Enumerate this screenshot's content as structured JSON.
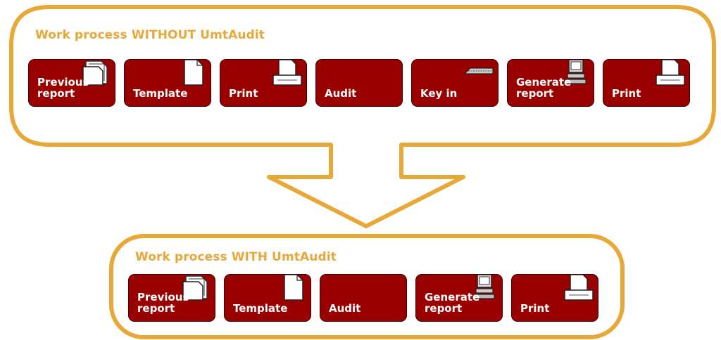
{
  "colors": {
    "outline": "#e8a838",
    "title": "#e8a838",
    "box": "#990000",
    "box_text": "#ffffff"
  },
  "top": {
    "title": "Work process WITHOUT UmtAudit",
    "steps": [
      {
        "label": "Previous\nreport",
        "icon": "folder-icon"
      },
      {
        "label": "Template",
        "icon": "document-icon"
      },
      {
        "label": "Print",
        "icon": "printer-icon"
      },
      {
        "label": "Audit",
        "icon": ""
      },
      {
        "label": "Key in",
        "icon": "keyboard-icon"
      },
      {
        "label": "Generate\nreport",
        "icon": "computer-icon"
      },
      {
        "label": "Print",
        "icon": "printer-icon"
      }
    ]
  },
  "bottom": {
    "title": "Work process WITH UmtAudit",
    "steps": [
      {
        "label": "Previous\nreport",
        "icon": "folder-icon"
      },
      {
        "label": "Template",
        "icon": "document-icon"
      },
      {
        "label": "Audit",
        "icon": ""
      },
      {
        "label": "Generate\nreport",
        "icon": "computer-icon"
      },
      {
        "label": "Print",
        "icon": "printer-icon"
      }
    ]
  }
}
